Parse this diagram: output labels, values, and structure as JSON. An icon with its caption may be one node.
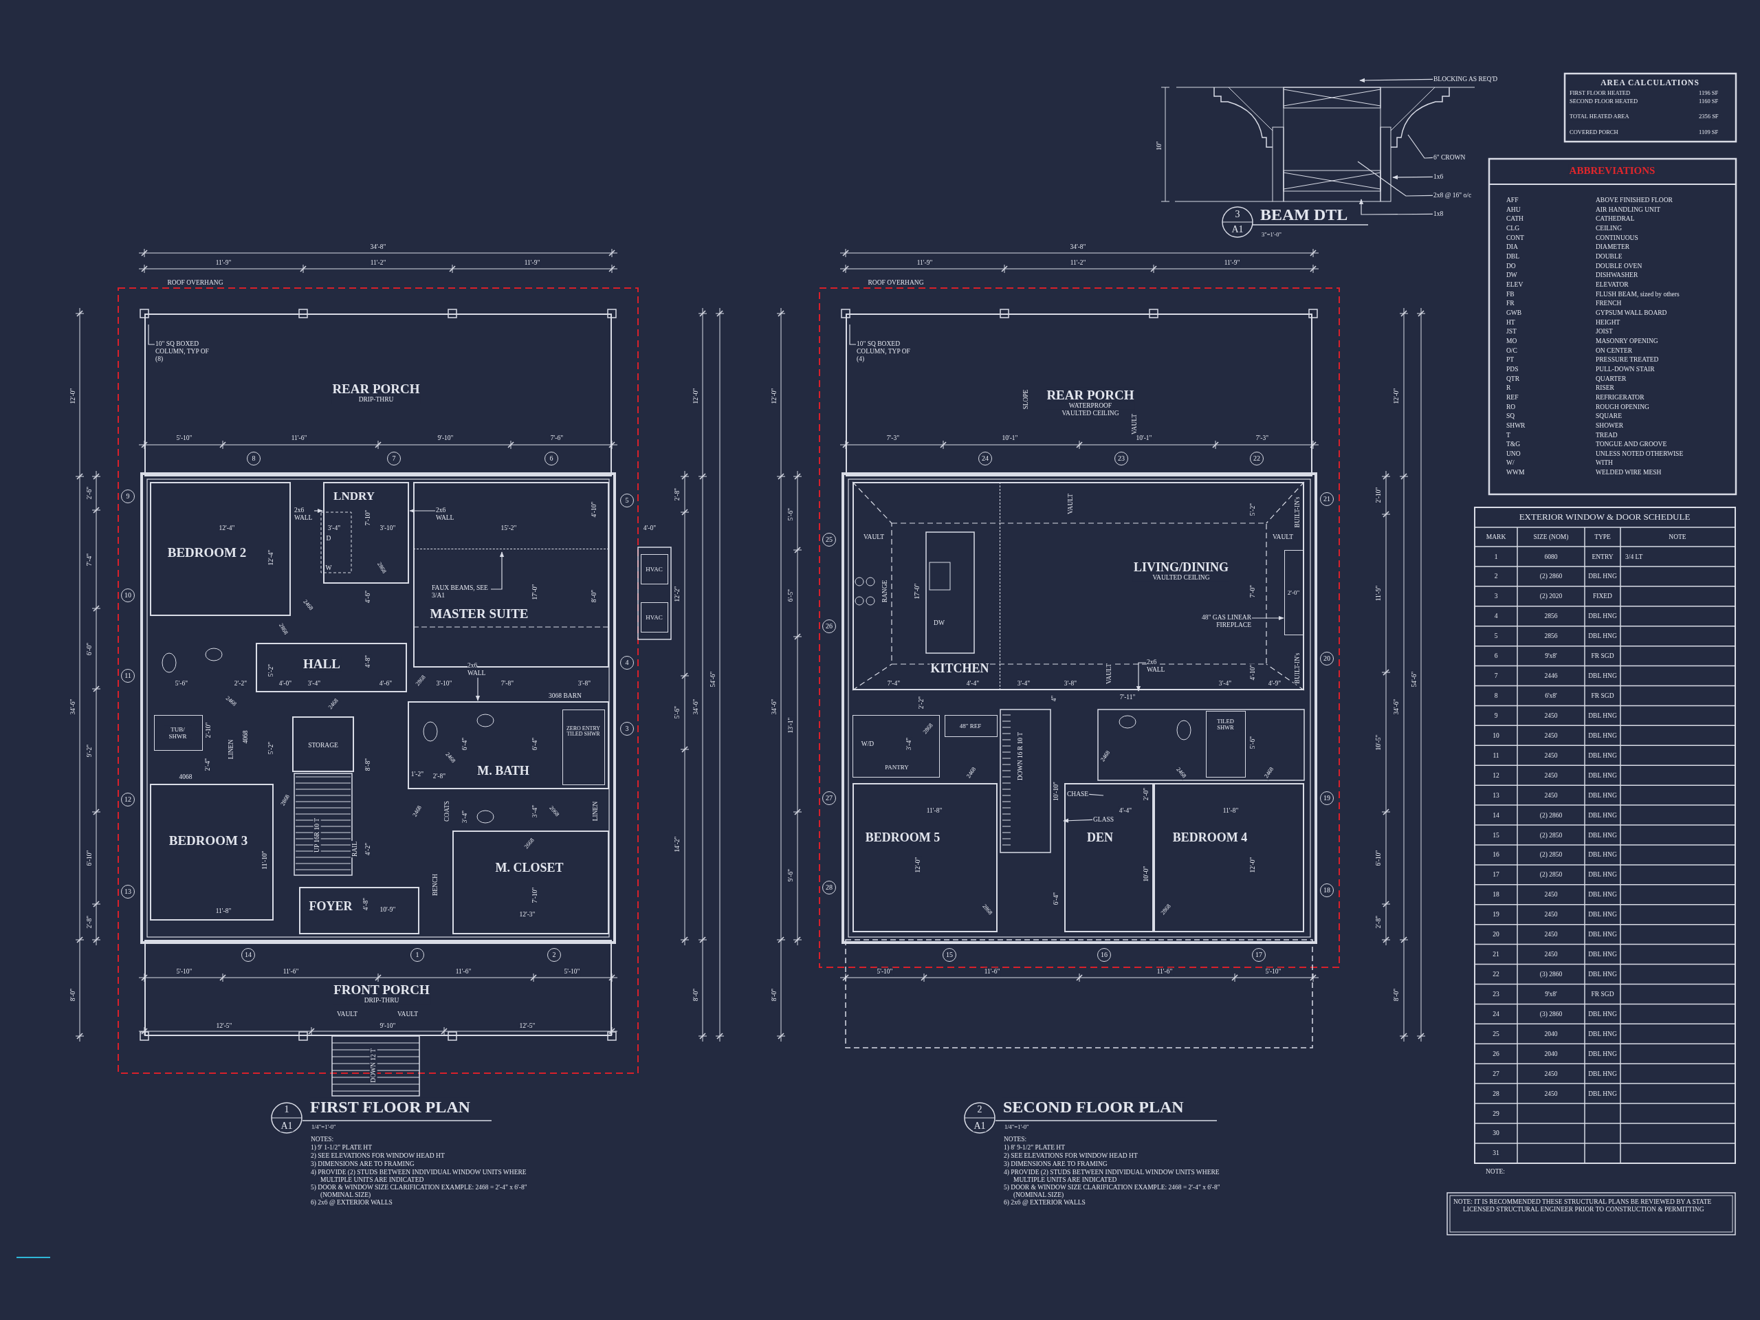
{
  "diagram": {
    "nodes": [
      {
        "text": [
          "REAR PORCH",
          "DRIP-THRU"
        ]
      },
      {
        "text": [
          "BEDROOM 2"
        ]
      },
      {
        "text": [
          "LNDRY"
        ]
      },
      {
        "text": [
          "MASTER SUITE"
        ]
      },
      {
        "text": [
          "HALL"
        ]
      },
      {
        "text": [
          "STORAGE"
        ]
      },
      {
        "text": [
          "M. BATH"
        ]
      },
      {
        "text": [
          "BEDROOM 3"
        ]
      },
      {
        "text": [
          "M. CLOSET"
        ]
      },
      {
        "text": [
          "FOYER"
        ]
      },
      {
        "text": [
          "FRONT PORCH",
          "DRIP-THRU"
        ]
      },
      {
        "text": [
          "HVAC"
        ]
      },
      {
        "text": [
          "HVAC"
        ]
      },
      {
        "text": [
          "ZERO ENTRY TILED SHWR"
        ],
        "in": 6
      },
      {
        "text": [
          "TUB/ SHWR"
        ]
      },
      {
        "text": [
          "REAR PORCH",
          "WATERPROOF",
          "VAULTED CEILING"
        ]
      },
      {
        "text": [
          "LIVING/DINING",
          "VAULTED CEILING"
        ]
      },
      {
        "text": [
          "KITCHEN"
        ],
        "in": 16
      },
      {
        "text": [
          "PANTRY"
        ]
      },
      {
        "text": [
          "48\" REF"
        ]
      },
      {
        "text": [
          "BEDROOM 5"
        ]
      },
      {
        "text": [
          "DEN"
        ]
      },
      {
        "text": [
          "BEDROOM 4"
        ]
      },
      {
        "text": [
          "TILED SHWR"
        ]
      },
      {
        "text": [
          "10\" SQ BOXED COLUMN, TYP OF (8)"
        ],
        "in": 0
      },
      {
        "text": [
          "FAUX BEAMS, SEE 3/A1"
        ],
        "in": 3
      },
      {
        "text": [
          "2x6 WALL"
        ]
      },
      {
        "text": [
          "2x6 WALL"
        ],
        "in": 3
      },
      {
        "text": [
          "2x6 WALL"
        ]
      },
      {
        "text": [
          "10\" SQ BOXED COLUMN, TYP OF (4)"
        ],
        "in": 15
      },
      {
        "text": [
          "2x6 WALL"
        ],
        "in": 16
      },
      {
        "text": [
          "48\" GAS LINEAR FIREPLACE"
        ],
        "in": 16
      },
      {
        "text": [
          "CHASE"
        ],
        "in": 21
      },
      {
        "text": [
          "GLASS"
        ],
        "in": 21
      },
      {
        "text": [
          "BLOCKING AS REQ'D"
        ]
      },
      {
        "text": [
          "6\" CROWN"
        ],
        "in": 40
      },
      {
        "text": [
          "1x6"
        ],
        "in": 40
      },
      {
        "text": [
          "2x8 @ 16\" o/c"
        ],
        "in": 40
      },
      {
        "text": [
          "1x8"
        ]
      },
      {
        "text": [
          "2'-0\""
        ],
        "in": 16
      },
      {
        "text": [],
        "shape": "picture"
      },
      {
        "text": [],
        "shape": "bar",
        "in": 3
      }
    ],
    "edges": [
      {
        "from": 24,
        "to": null,
        "arrow": "none"
      },
      {
        "from": 25,
        "to": 41,
        "arrow": "to"
      },
      {
        "from": 26,
        "to": 2,
        "arrow": "to"
      },
      {
        "from": 27,
        "to": 2,
        "arrow": "to"
      },
      {
        "from": 28,
        "to": 6,
        "arrow": "to"
      },
      {
        "from": 29,
        "to": null,
        "arrow": "none"
      },
      {
        "from": 30,
        "to": 16,
        "arrow": "to"
      },
      {
        "from": 31,
        "to": 39,
        "arrow": "to"
      },
      {
        "from": 32,
        "to": null,
        "arrow": "none"
      },
      {
        "from": 33,
        "to": 21,
        "arrow": "to"
      },
      {
        "from": 34,
        "to": 40,
        "arrow": "to"
      },
      {
        "from": 35,
        "to": 40,
        "arrow": "none"
      },
      {
        "from": 36,
        "to": 40,
        "arrow": "to"
      },
      {
        "from": 37,
        "to": 40,
        "arrow": "none"
      },
      {
        "from": 38,
        "to": 40,
        "arrow": "to"
      }
    ],
    "labels": [
      "34'-8\"",
      "11'-9\"",
      "11'-2\"",
      "11'-9\"",
      "ROOF OVERHANG",
      "5'-10\"",
      "11'-6\"",
      "9'-10\"",
      "7'-6\"",
      "8",
      "7",
      "6",
      "9",
      "10",
      "11",
      "12",
      "13",
      "5",
      "4",
      "3",
      "14",
      "1",
      "2",
      "12'-0\"",
      "34'-6\"",
      "8'-0\"",
      "2'-6\"",
      "7'-4\"",
      "6'-0\"",
      "9'-2\"",
      "6'-10\"",
      "2'-8\"",
      "54'-6\"",
      "12'-0\"",
      "34'-6\"",
      "8'-0\"",
      "2'-8\"",
      "12'-2\"",
      "5'-6\"",
      "14'-2\"",
      "12'-4\"",
      "12'-4\"",
      "3'-4\"",
      "7'-10\"",
      "3'-10\"",
      "15'-2\"",
      "4'-10\"",
      "4'-0\"",
      "4'-6\"",
      "17'-0\"",
      "8'-0\"",
      "D",
      "W",
      "5'-6\"",
      "2'-2\"",
      "4'-0\"",
      "3'-4\"",
      "4'-6\"",
      "3'-10\"",
      "7'-8\"",
      "3'-8\"",
      "5'-2\"",
      "4'-8\"",
      "3068 BARN",
      "2'-10\"",
      "LINEN",
      "4068",
      "5'-2\"",
      "2'-4\"",
      "4068",
      "8'-8\"",
      "6'-4\"",
      "6'-4\"",
      "1'-2\"",
      "2'-8\"",
      "3'-4\"",
      "3'-4\"",
      "COATS",
      "LINEN",
      "UP 16R 10 T",
      "RAIL",
      "4'-2\"",
      "BENCH",
      "7'-10\"",
      "11'-10\"",
      "11'-8\"",
      "4'-8\"",
      "10'-9\"",
      "12'-3\"",
      "5'-10\"",
      "11'-6\"",
      "11'-6\"",
      "5'-10\"",
      "VAULT",
      "VAULT",
      "12'-5\"",
      "9'-10\"",
      "12'-5\"",
      "DOWN 12 T",
      "2868",
      "2468",
      "2868",
      "2468",
      "2468",
      "2868",
      "2468",
      "2868",
      "2468",
      "2068",
      "2668",
      "34'-8\"",
      "11'-9\"",
      "11'-2\"",
      "11'-9\"",
      "ROOF OVERHANG",
      "SLOPE",
      "VAULT",
      "7'-3\"",
      "10'-1\"",
      "10'-1\"",
      "7'-3\"",
      "24",
      "23",
      "22",
      "25",
      "26",
      "27",
      "28",
      "21",
      "20",
      "19",
      "18",
      "15",
      "16",
      "17",
      "5'-10\"",
      "11'-6\"",
      "11'-6\"",
      "5'-10\"",
      "12'-0\"",
      "34'-6\"",
      "8'-0\"",
      "5'-6\"",
      "6'-5\"",
      "13'-1\"",
      "9'-6\"",
      "54'-6\"",
      "12'-0\"",
      "34'-6\"",
      "8'-0\"",
      "2'-10\"",
      "11'-9\"",
      "10'-5\"",
      "6'-10\"",
      "2'-8\"",
      "VAULT",
      "VAULT",
      "VAULT",
      "RANGE",
      "17'-0\"",
      "DW",
      "5'-2\"",
      "BUILT-IN's",
      "7'-0\"",
      "BUILT-IN's",
      "4'-10\"",
      "7'-4\"",
      "4'-4\"",
      "3'-4\"",
      "3'-8\"",
      "VAULT",
      "7'-11\"",
      "3'-4\"",
      "4'-9\"",
      "2'-2\"",
      "2868",
      "4\"",
      "DOWN 16 R 10 T",
      "W/D",
      "3'-4\"",
      "5'-6\"",
      "2468",
      "2468",
      "2468",
      "2468",
      "10'-10\"",
      "2'-0\"",
      "11'-8\"",
      "4'-4\"",
      "11'-8\"",
      "12'-0\"",
      "12'-0\"",
      "10'-0\"",
      "6'-4\"",
      "2868",
      "2868",
      "10\"",
      "3",
      "A1",
      "BEAM DTL",
      "3\"=1'-0\"",
      "1",
      "A1",
      "FIRST FLOOR PLAN",
      "1/4\"=1'-0\"",
      "NOTES:",
      "1) 9' 1-1/2\" PLATE HT",
      "2) SEE ELEVATIONS FOR WINDOW HEAD HT",
      "3) DIMENSIONS ARE TO FRAMING",
      "4) PROVIDE (2) STUDS BETWEEN INDIVIDUAL WINDOW UNITS WHERE MULTIPLE UNITS ARE INDICATED",
      "5) DOOR & WINDOW SIZE CLARIFICATION EXAMPLE: 2468 = 2'-4\" x 6'-8\" (NOMINAL SIZE)",
      "6) 2x6 @ EXTERIOR WALLS",
      "2",
      "A1",
      "SECOND FLOOR PLAN",
      "1/4\"=1'-0\"",
      "NOTES:",
      "1) 8' 9-1/2\" PLATE HT",
      "2) SEE ELEVATIONS FOR WINDOW HEAD HT",
      "3) DIMENSIONS ARE TO FRAMING",
      "4) PROVIDE (2) STUDS BETWEEN INDIVIDUAL WINDOW UNITS WHERE MULTIPLE UNITS ARE INDICATED",
      "5) DOOR & WINDOW SIZE CLARIFICATION EXAMPLE: 2468 = 2'-4\" x 6'-8\" (NOMINAL SIZE)",
      "6) 2x6 @ EXTERIOR WALLS",
      "AREA CALCULATIONS",
      "FIRST FLOOR HEATED",
      "1196 SF",
      "SECOND FLOOR HEATED",
      "1160 SF",
      "TOTAL HEATED AREA",
      "2356 SF",
      "COVERED PORCH",
      "1109 SF",
      "ABBREVIATIONS",
      "AFF",
      "ABOVE FINISHED FLOOR",
      "AHU",
      "AIR HANDLING UNIT",
      "CATH",
      "CATHEDRAL",
      "CLG",
      "CEILING",
      "CONT",
      "CONTINUOUS",
      "DIA",
      "DIAMETER",
      "DBL",
      "DOUBLE",
      "DO",
      "DOUBLE OVEN",
      "DW",
      "DISHWASHER",
      "ELEV",
      "ELEVATOR",
      "FB",
      "FLUSH BEAM, sized by others",
      "FR",
      "FRENCH",
      "GWB",
      "GYPSUM WALL BOARD",
      "HT",
      "HEIGHT",
      "JST",
      "JOIST",
      "MO",
      "MASONRY OPENING",
      "O/C",
      "ON CENTER",
      "PT",
      "PRESSURE TREATED",
      "PDS",
      "PULL-DOWN STAIR",
      "QTR",
      "QUARTER",
      "R",
      "RISER",
      "REF",
      "REFRIGERATOR",
      "RO",
      "ROUGH OPENING",
      "SQ",
      "SQUARE",
      "SHWR",
      "SHOWER",
      "T",
      "TREAD",
      "T&G",
      "TONGUE AND GROOVE",
      "UNO",
      "UNLESS NOTED OTHERWISE",
      "W/",
      "WITH",
      "WWM",
      "WELDED WIRE MESH",
      "EXTERIOR WINDOW & DOOR SCHEDULE",
      "MARK",
      "SIZE (NOM)",
      "TYPE",
      "NOTE",
      "1",
      "6080",
      "ENTRY",
      "3/4 LT",
      "2",
      "(2) 2860",
      "DBL HNG",
      "3",
      "(2) 2020",
      "FIXED",
      "4",
      "2856",
      "DBL HNG",
      "5",
      "2856",
      "DBL HNG",
      "6",
      "9'x8'",
      "FR SGD",
      "7",
      "2446",
      "DBL HNG",
      "8",
      "6'x8'",
      "FR SGD",
      "9",
      "2450",
      "DBL HNG",
      "10",
      "2450",
      "DBL HNG",
      "11",
      "2450",
      "DBL HNG",
      "12",
      "2450",
      "DBL HNG",
      "13",
      "2450",
      "DBL HNG",
      "14",
      "(2) 2860",
      "DBL HNG",
      "15",
      "(2) 2850",
      "DBL HNG",
      "16",
      "(2) 2850",
      "DBL HNG",
      "17",
      "(2) 2850",
      "DBL HNG",
      "18",
      "2450",
      "DBL HNG",
      "19",
      "2450",
      "DBL HNG",
      "20",
      "2450",
      "DBL HNG",
      "21",
      "2450",
      "DBL HNG",
      "22",
      "(3) 2860",
      "DBL HNG",
      "23",
      "9'x8'",
      "FR SGD",
      "24",
      "(3) 2860",
      "DBL HNG",
      "25",
      "2040",
      "DBL HNG",
      "26",
      "2040",
      "DBL HNG",
      "27",
      "2450",
      "DBL HNG",
      "28",
      "2450",
      "DBL HNG",
      "29",
      "30",
      "31",
      "NOTE:",
      "NOTE: IT IS RECOMMENDED THESE STRUCTURAL PLANS BE REVIEWED BY A STATE LICENSED STRUCTURAL ENGINEER PRIOR TO CONSTRUCTION & PERMITTING"
    ]
  }
}
